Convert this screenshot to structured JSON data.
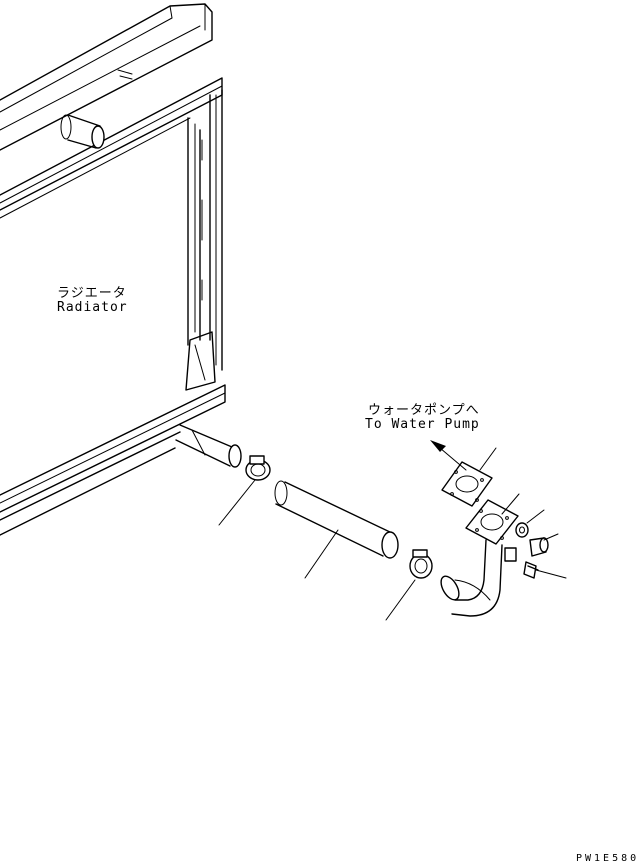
{
  "labels": {
    "radiator_jp": "ラジエータ",
    "radiator_en": "Radiator",
    "pump_jp": "ウォータポンプへ",
    "pump_en": "To Water Pump"
  },
  "drawing_code": "PW1E580"
}
